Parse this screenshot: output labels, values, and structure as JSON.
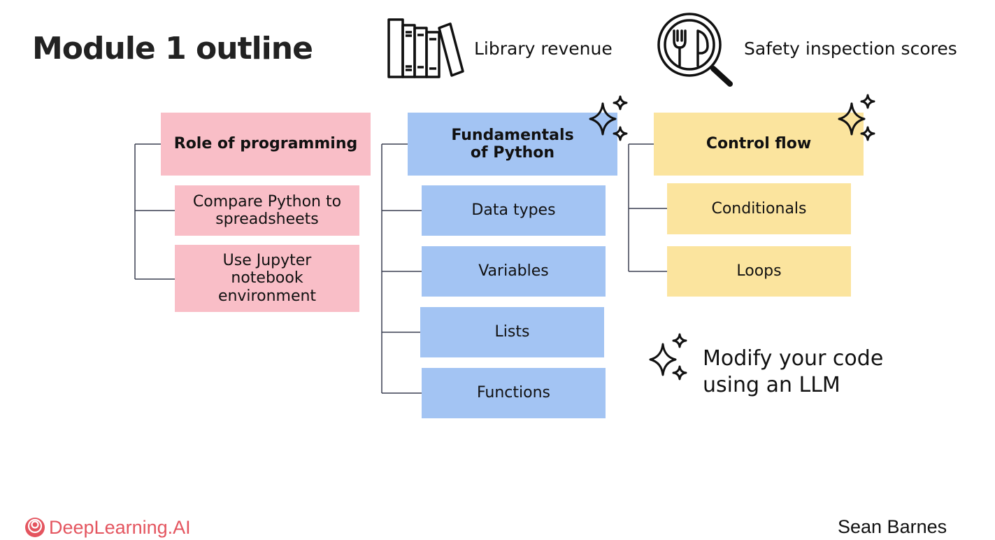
{
  "title": "Module 1 outline",
  "topics": [
    {
      "label": "Library revenue",
      "icon": "books-icon"
    },
    {
      "label": "Safety inspection scores",
      "icon": "magnifier-fork-knife-icon"
    }
  ],
  "columns": [
    {
      "heading": "Role of programming",
      "items": [
        "Compare Python to spreadsheets",
        "Use Jupyter notebook environment"
      ],
      "color": "#f9bec7",
      "sparkle": false
    },
    {
      "heading": "Fundamentals of Python",
      "items": [
        "Data types",
        "Variables",
        "Lists",
        "Functions"
      ],
      "color": "#a3c4f3",
      "sparkle": true
    },
    {
      "heading": "Control flow",
      "items": [
        "Conditionals",
        "Loops"
      ],
      "color": "#fbe49e",
      "sparkle": true
    }
  ],
  "callout": {
    "text": "Modify your code using an LLM",
    "icon": "sparkles-icon"
  },
  "footer": {
    "brand": "DeepLearning.AI",
    "brand_color": "#e4555f",
    "author": "Sean Barnes"
  }
}
